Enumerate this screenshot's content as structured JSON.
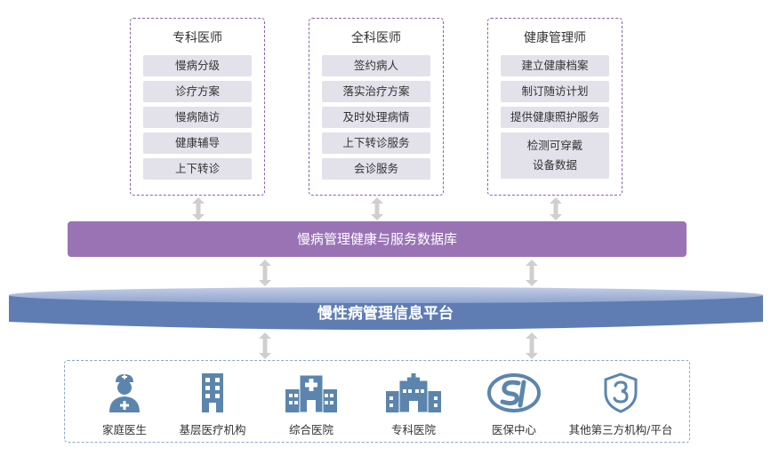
{
  "roles": [
    {
      "title": "专科医师",
      "tasks": [
        "慢病分级",
        "诊疗方案",
        "慢病随访",
        "健康辅导",
        "上下转诊"
      ]
    },
    {
      "title": "全科医师",
      "tasks": [
        "签约病人",
        "落实治疗方案",
        "及时处理病情",
        "上下转诊服务",
        "会诊服务"
      ]
    },
    {
      "title": "健康管理师",
      "tasks": [
        "建立健康档案",
        "制订随访计划",
        "提供健康照护服务"
      ],
      "last_task": [
        "检测可穿戴",
        "设备数据"
      ]
    }
  ],
  "database": {
    "label": "慢病管理健康与服务数据库"
  },
  "platform": {
    "label": "慢性病管理信息平台"
  },
  "institutions": [
    {
      "label": "家庭医生",
      "icon": "doctor-icon"
    },
    {
      "label": "基层医疗机构",
      "icon": "building-icon"
    },
    {
      "label": "综合医院",
      "icon": "hospital-icon"
    },
    {
      "label": "专科医院",
      "icon": "specialty-hospital-icon"
    },
    {
      "label": "医保中心",
      "icon": "social-insurance-logo"
    },
    {
      "label": "其他第三方机构/平台",
      "icon": "shield-3-icon"
    }
  ],
  "colors": {
    "purple": "#9a73b5",
    "platform": "#5f7db3",
    "icon_blue": "#5b85ad",
    "task_bg": "#e3e1ea"
  }
}
